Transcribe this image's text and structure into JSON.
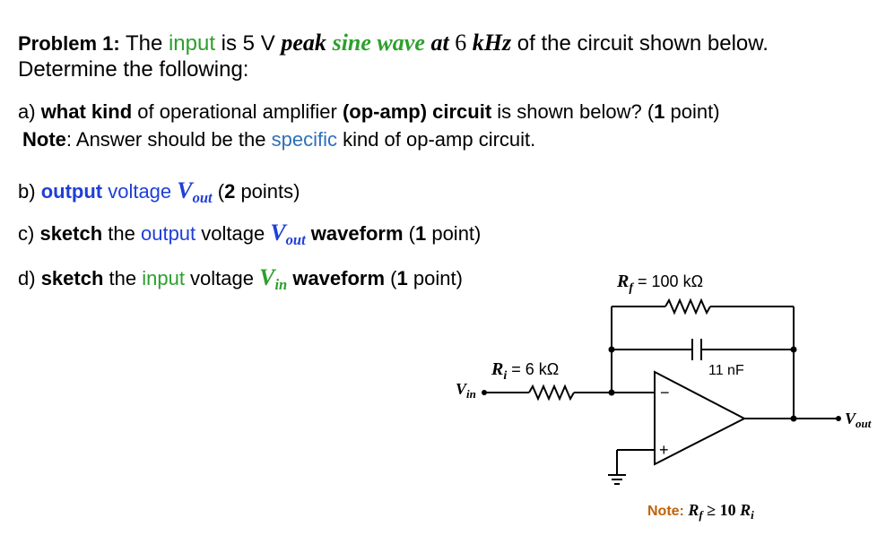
{
  "problem": {
    "label": "Problem 1:",
    "t1": " The ",
    "input_word": "input",
    "t2": " is 5 V ",
    "peak": "peak",
    "sine_wave": "sine wave",
    "at": "at",
    "freq": " 6 ",
    "khz": "kHz",
    "t3": " of the circuit shown below.",
    "line2": "Determine the following:"
  },
  "a": {
    "prefix": "a) ",
    "what_kind": "what kind",
    "t1": " of operational amplifier ",
    "circuit": "(op-amp) circuit",
    "t2": " is shown below? (",
    "pts": "1",
    "t3": " point)",
    "note_label": "Note",
    "note_t1": ": Answer should be the ",
    "specific": "specific",
    "note_t2": " kind of op-amp circuit."
  },
  "b": {
    "prefix": "b) ",
    "output": "output",
    "t1": " voltage ",
    "v": "V",
    "sub": "out",
    "t2": " (",
    "pts": "2",
    "t3": " points)"
  },
  "c": {
    "prefix": "c) ",
    "sketch": "sketch",
    "t1": " the ",
    "output": "output",
    "t2": " voltage ",
    "v": "V",
    "sub": "out",
    "waveform": " waveform",
    "t3": " (",
    "pts": "1",
    "t4": " point)"
  },
  "d": {
    "prefix": "d) ",
    "sketch": "sketch",
    "t1": " the ",
    "input": "input",
    "t2": " voltage ",
    "v": "V",
    "sub": "in",
    "waveform": " waveform",
    "t3": " (",
    "pts": "1",
    "t4": " point)"
  },
  "circuit": {
    "rf_sym": "R",
    "rf_sub": "f",
    "rf_val": " = 100 kΩ",
    "ri_sym": "R",
    "ri_sub": "i",
    "ri_val": " = 6 kΩ",
    "cap": "11 nF",
    "vin_sym": "V",
    "vin_sub": "in",
    "vout_sym": "V",
    "vout_sub": "out",
    "minus": "−",
    "plus": "+",
    "note_label": "Note:",
    "note_r1": "R",
    "note_r1_sub": "f",
    "note_op": " ≥ 10 ",
    "note_r2": "R",
    "note_r2_sub": "i"
  },
  "colors": {
    "green": "#2ca02c",
    "blue": "#1f3fd6",
    "steel_blue": "#2e6fb8",
    "note_orange": "#c0620a"
  }
}
